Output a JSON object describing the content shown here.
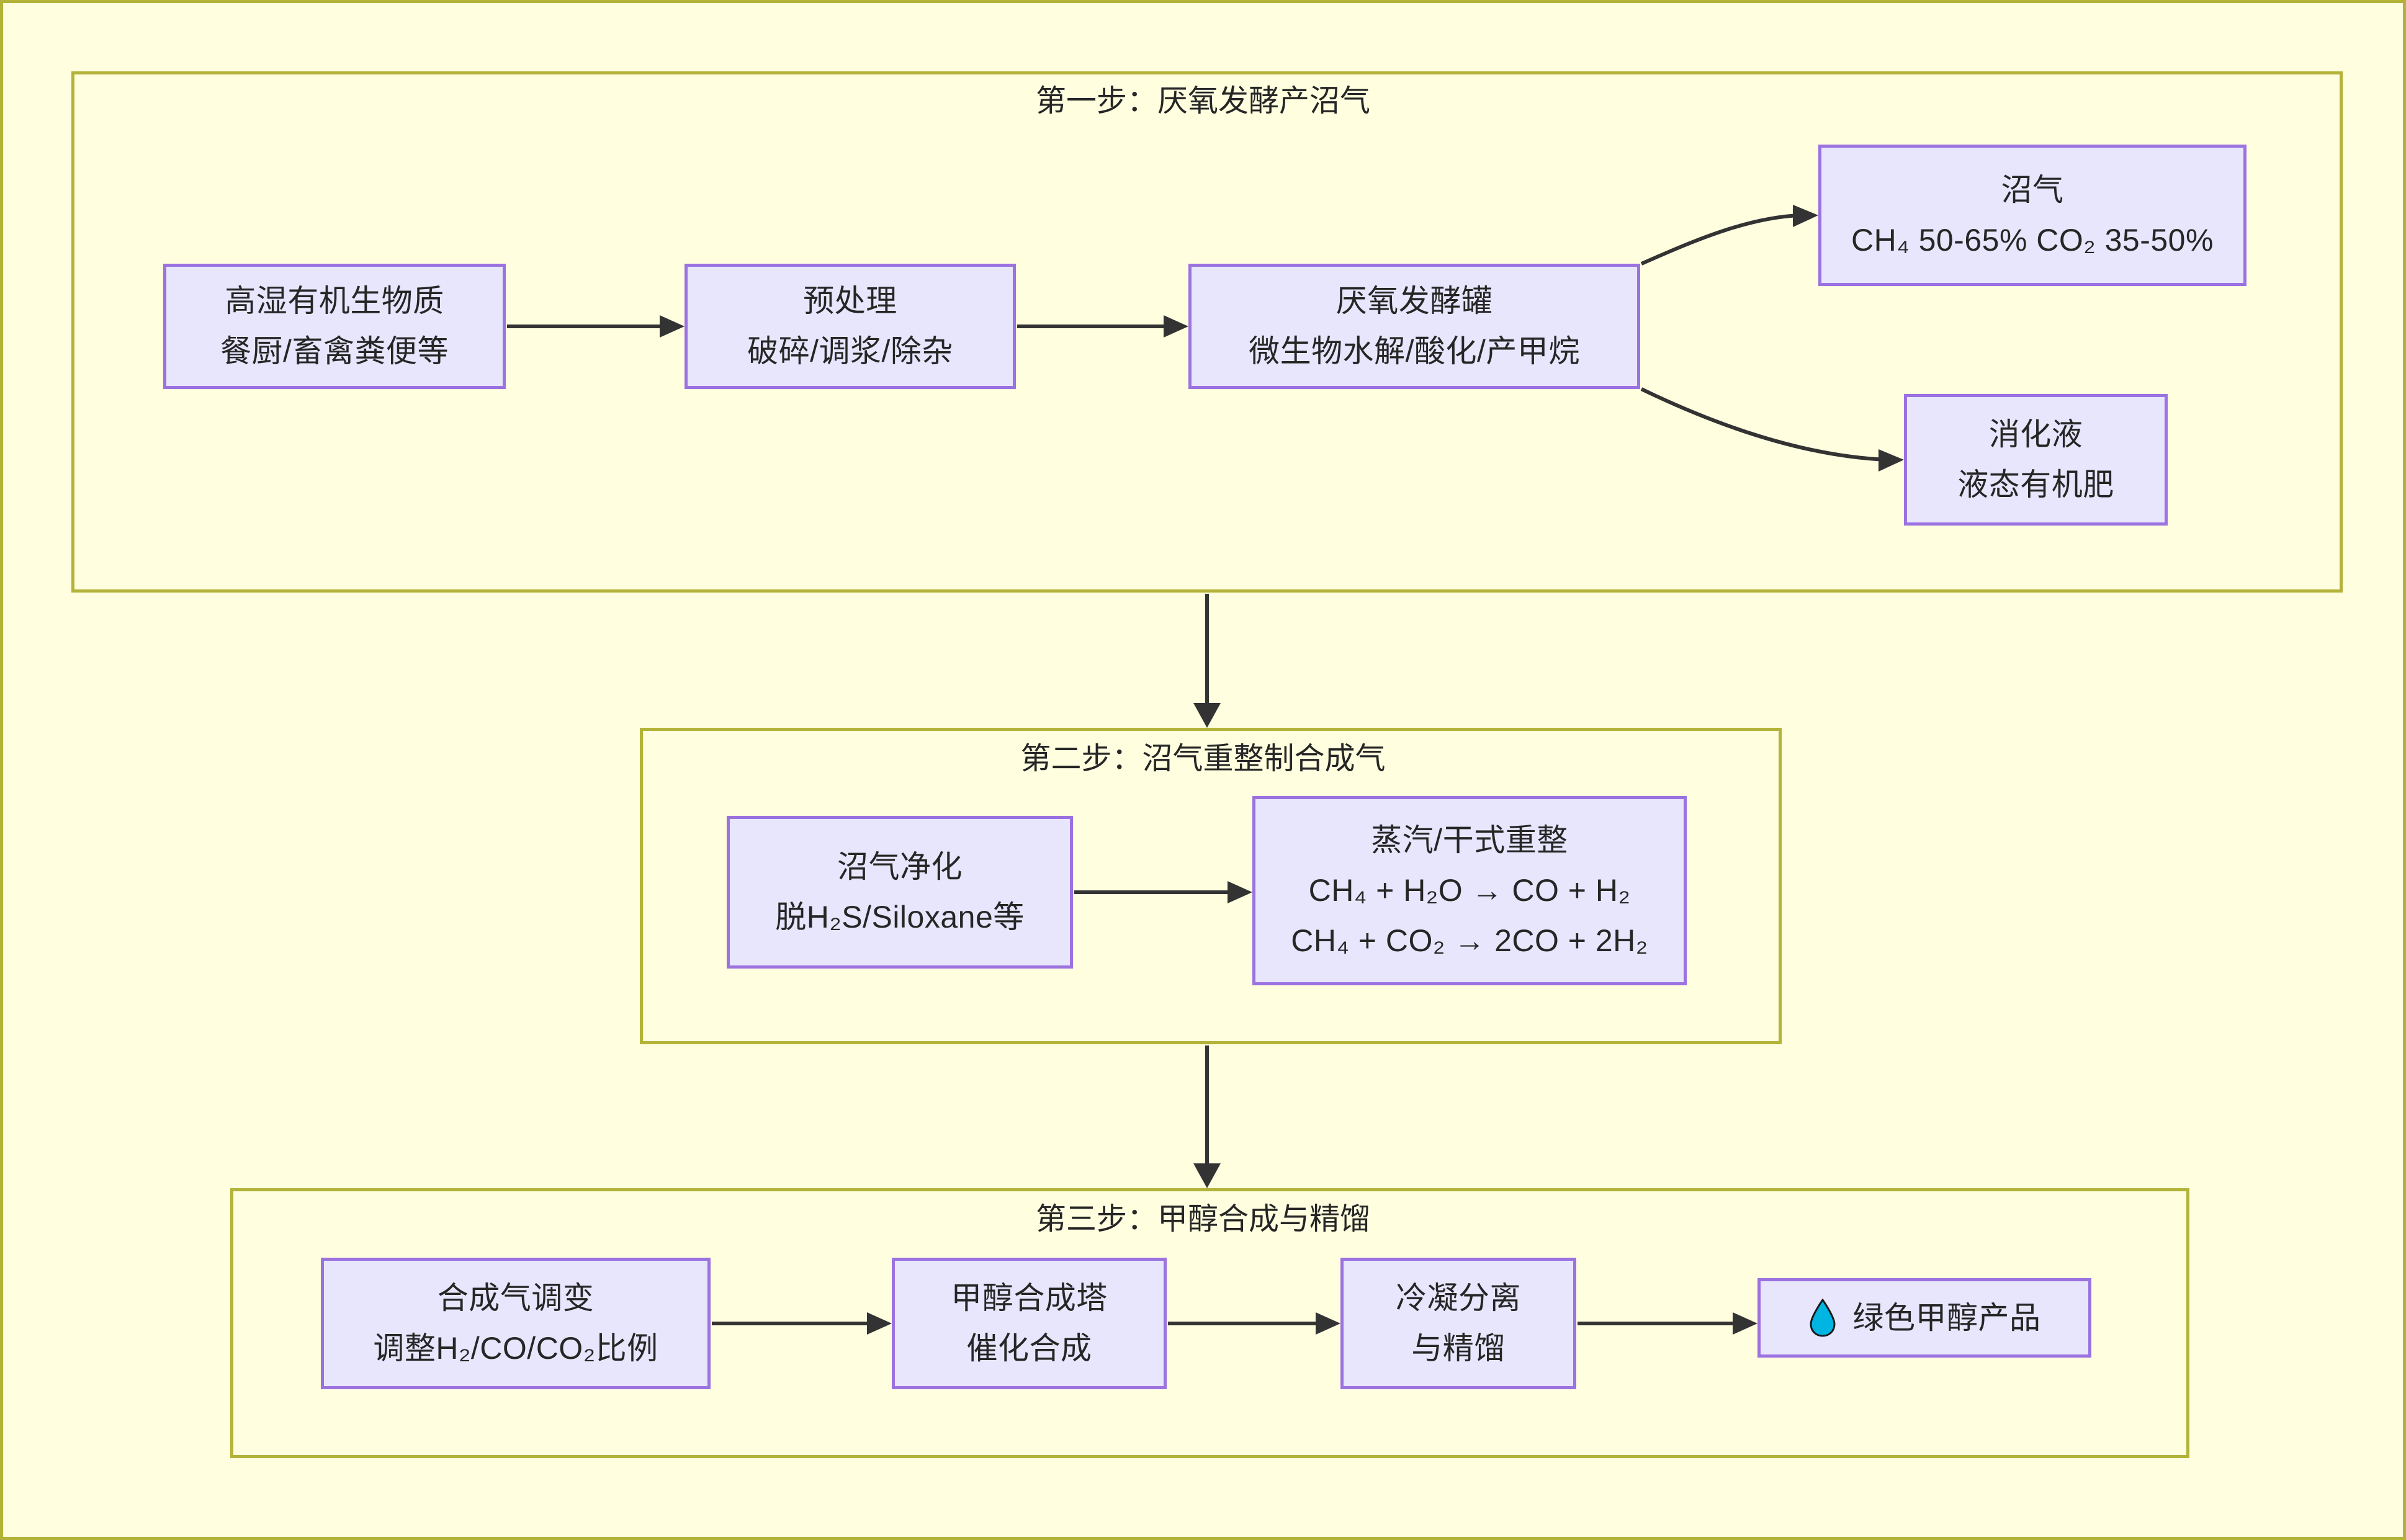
{
  "diagram": {
    "background_color": "#ffffe0",
    "frame_color": "#b3b339",
    "node_fill": "#e8e6fd",
    "node_border": "#9b72e0",
    "edge_color": "#333333",
    "droplet_color": "#00b5e2"
  },
  "steps": [
    {
      "title": "第一步：厌氧发酵产沼气",
      "nodes": {
        "feedstock": {
          "line1": "高湿有机生物质",
          "line2": "餐厨/畜禽粪便等"
        },
        "pretreatment": {
          "line1": "预处理",
          "line2": "破碎/调浆/除杂"
        },
        "digester": {
          "line1": "厌氧发酵罐",
          "line2": "微生物水解/酸化/产甲烷"
        },
        "biogas": {
          "line1": "沼气",
          "line2": "CH₄ 50-65% CO₂ 35-50%"
        },
        "digestate": {
          "line1": "消化液",
          "line2": "液态有机肥"
        }
      }
    },
    {
      "title": "第二步：沼气重整制合成气",
      "nodes": {
        "cleanup": {
          "line1": "沼气净化",
          "line2": "脱H₂S/Siloxane等"
        },
        "reforming": {
          "line1": "蒸汽/干式重整",
          "line2": "CH₄ + H₂O → CO + H₂",
          "line3": "CH₄ + CO₂ → 2CO + 2H₂"
        }
      }
    },
    {
      "title": "第三步：甲醇合成与精馏",
      "nodes": {
        "shift": {
          "line1": "合成气调变",
          "line2": "调整H₂/CO/CO₂比例"
        },
        "synthesis": {
          "line1": "甲醇合成塔",
          "line2": "催化合成"
        },
        "separation": {
          "line1": "冷凝分离",
          "line2": "与精馏"
        },
        "product": {
          "icon": "droplet-icon",
          "label": "绿色甲醇产品"
        }
      }
    }
  ]
}
